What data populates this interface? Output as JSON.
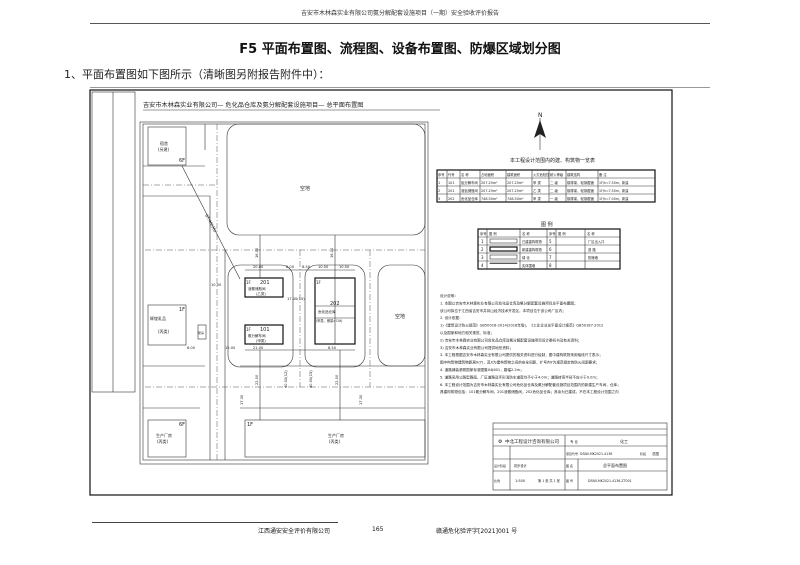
{
  "page_header": "吉安市木林森实业有限公司氨分解配套设施项目（一期）安全验收评价报告",
  "section_title": "F5 平面布置图、流程图、设备布置图、防爆区域划分图",
  "intro": "1、平面布置图如下图所示（清晰图另附报告附件中）：",
  "drawing": {
    "title": "吉安市木林森实业有限公司— 危化品仓库及氨分解配套设施项目— 总平面布置图",
    "north": "N",
    "plan": {
      "open_space": "空地",
      "dorm": "宿舍",
      "dorm_note": "(另建)",
      "dorm_floors": "6F",
      "dairy": "辉煌乳品",
      "dairy_note": "(丙类)",
      "dairy_floors": "1F",
      "pump": "泵房",
      "factory": "生产厂房",
      "factory_note": "(丙类)",
      "factory_left_floors": "6F",
      "factory_right_floors": "1F",
      "b201": "201",
      "b201_name": "液氨储瓶间",
      "b201_class": "(乙类)",
      "b202": "202",
      "b202_name": "危化品仓库",
      "b202_class": "(甲类，储量>10t)",
      "b101": "101",
      "b101_name": "氨分解车间",
      "b101_class": "(甲类)",
      "floor_1f": "1F",
      "dims": [
        "20.00",
        "8.00",
        "8.50",
        "10.50",
        "10.50",
        "16.00",
        "16.00",
        "15.00",
        "10.00",
        "21.00",
        "17.00(15)",
        "40.00(12)",
        "40.00(15)",
        "22.00",
        "17.30",
        "6.00",
        "15.00",
        "8.50",
        "21.00",
        "8.50",
        "67.40(30)"
      ]
    },
    "table": {
      "caption": "本工程设计范围内的建、构筑物一览表",
      "headers": [
        "序号",
        "代号",
        "名 称",
        "占地面积",
        "建筑面积",
        "火灾危险性",
        "耐火等级",
        "建筑结构",
        "备 注"
      ],
      "rows": [
        [
          "1",
          "101",
          "氨分解车间",
          "207.25m²",
          "207.25m²",
          "甲 类",
          "二 级",
          "钢排架、轻钢屋面",
          "1F/h=7.50m，新建"
        ],
        [
          "2",
          "201",
          "液氨储瓶间",
          "207.25m²",
          "207.25m²",
          "乙 类",
          "二 级",
          "钢排架、轻钢屋面",
          "1F/h=7.50m，新建"
        ],
        [
          "3",
          "202",
          "危化品仓库",
          "748.50m²",
          "748.50m²",
          "甲 类",
          "一 级",
          "钢排架、轻钢屋面",
          "1F/h=7.00m，新建"
        ]
      ]
    },
    "legend": {
      "caption": "图 例",
      "headers": [
        "序号",
        "图 例",
        "名 称",
        "序号",
        "图 例",
        "名 称"
      ],
      "items": [
        {
          "no": "1",
          "name": "已建建构筑物",
          "no2": "5",
          "name2": "厂区出入口"
        },
        {
          "no": "2",
          "name": "新建建构筑物",
          "no2": "6",
          "name2": "道 路"
        },
        {
          "no": "3",
          "name": "绿 化",
          "no2": "7",
          "name2": "防爆墙"
        },
        {
          "no": "4",
          "name": "实体围墙",
          "no2": "8",
          "name2": ""
        }
      ]
    },
    "notes": [
      "设计说明：",
      "1. 本图以吉安市木林森实业有限公司危化品仓库及氨分解配套设施项目总平面布置图；",
      "该公司拟位于江西省吉安市井冈山经济技术开发区，本项目位于该公司厂区内；",
      "2. 设计依据：",
      "1)《建筑设计防火规范》GB50016-2014(2018年版)，《工业企业总平面设计规范》GB50187-2012",
      "以及国家和地方相关规范、标准；",
      "2) 吉安市木林森实业有限公司危化品仓库及氨分解配套设施项目设计委托书及有关资料；",
      "3) 吉安市木林森实业有限公司提供地形资料；",
      "3. 本工程根据吉安市木林森实业有限公司提供的相关资料进行绘制，图中建构筑物采用轴线尺寸表示；",
      "图中构筑物建筑物距离X(Y)，其X为建构筑物之间的安全间距，扩号内Y为规范规定的防火间距要求；",
      "4. 道路铺装参照国家标准图集04J601，路幅2.2m；",
      "5. 道路采用公路型路面，厂区道路及环形消防车道宽均不小于4.0m；道路转弯半径不应小于9.0m；",
      "6. 本工程设计范围为吉安市木林森实业有限公司危化品仓库及氨分解配套设施项目范围内的新建生产车间，仓库；",
      "具建构筑物包括：101氨分解车间，201液氨储瓶间，202危化品仓库；其余为已建成，不在本工程设计范围之内"
    ],
    "title_block": {
      "company": "中北工程设计咨询有限公司",
      "major_label": "专 业",
      "major": "化工",
      "project_code_label": "项目代号",
      "project_code": "DSN0-MK2021-4136",
      "stage_label": "阶段",
      "stage": "总图",
      "design_stage_label": "设计阶段",
      "design_stage": "初步设计",
      "drawing_name_label": "图 名",
      "drawing_name": "总平面布置图",
      "scale_label": "比例",
      "scale": "1:500",
      "sheet": "第 1 张 共 1 张",
      "drawing_no_label": "图 号",
      "drawing_no": "DSN0-MK2021-4136-ZT001"
    }
  },
  "footer": {
    "company": "江西通安安全评价有限公司",
    "page": "165",
    "report_no": "赣通危化验评字[2021]001 号"
  }
}
